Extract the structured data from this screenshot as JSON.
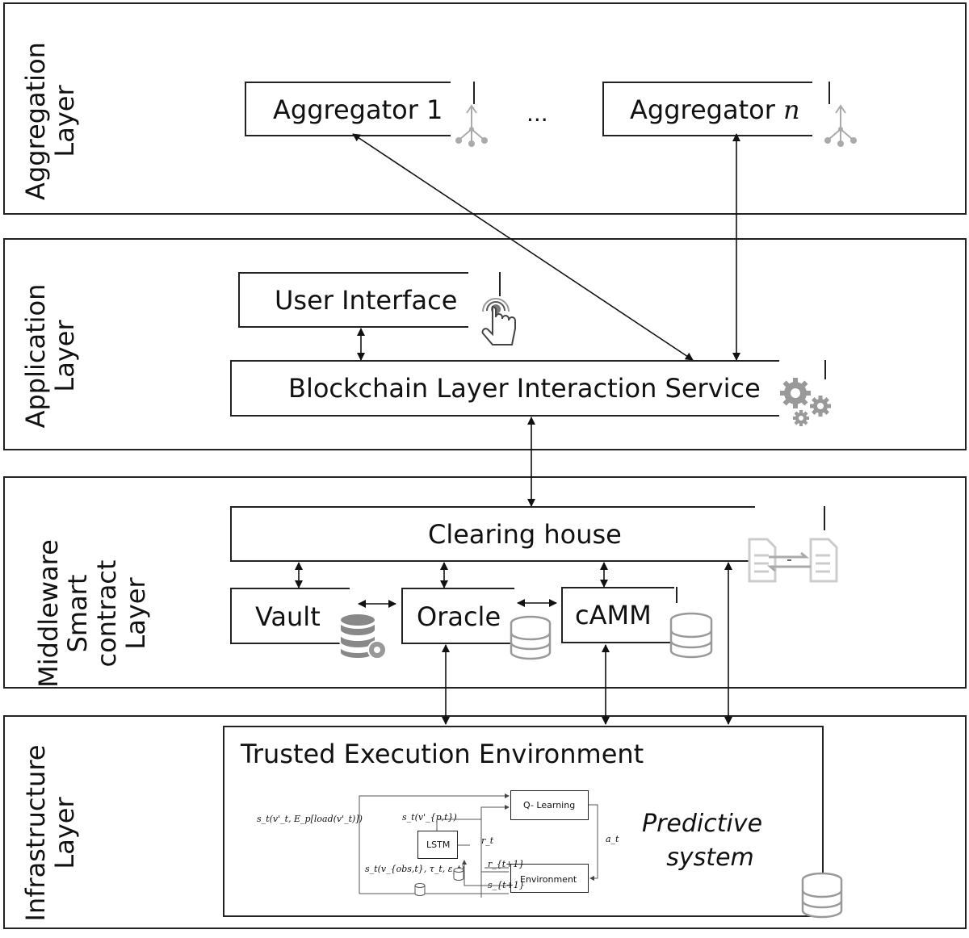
{
  "layers": {
    "aggregation": [
      "Aggregation",
      "Layer"
    ],
    "application": [
      "Application",
      "Layer"
    ],
    "middleware": [
      "Middleware",
      "Smart",
      "contract",
      "Layer"
    ],
    "infrastructure": [
      "Infrastructure",
      "Layer"
    ]
  },
  "aggregation": {
    "agg1_label": "Aggregator 1",
    "ellipsis": "...",
    "aggn_prefix": "Aggregator",
    "aggn_var": "n"
  },
  "application": {
    "ui_label": "User Interface",
    "blis_label": "Blockchain Layer Interaction Service"
  },
  "middleware": {
    "clearing_label": "Clearing house",
    "vault_label": "Vault",
    "oracle_label": "Oracle",
    "camm_label": "cAMM"
  },
  "infrastructure": {
    "tee_label": "Trusted Execution Environment",
    "predictive": [
      "Predictive",
      "system"
    ],
    "diagram": {
      "q_learning": "Q- Learning",
      "lstm": "LSTM",
      "environment": "Environment",
      "state_load": "s_t(v'_t, E_p[load(v'_t)])",
      "state_p": "s_t(v'_{p,t})",
      "state_obs": "s_t(v_{obs,t}, τ_t, ε_t)",
      "r_t": "r_t",
      "a_t": "a_t",
      "r_t1": "r_{t+1}",
      "s_t1": "s_{t+1}"
    }
  },
  "icons": [
    "hierarchy-icon",
    "touch-icon",
    "gears-icon",
    "document-exchange-icon",
    "database-icon",
    "database-gear-icon"
  ]
}
